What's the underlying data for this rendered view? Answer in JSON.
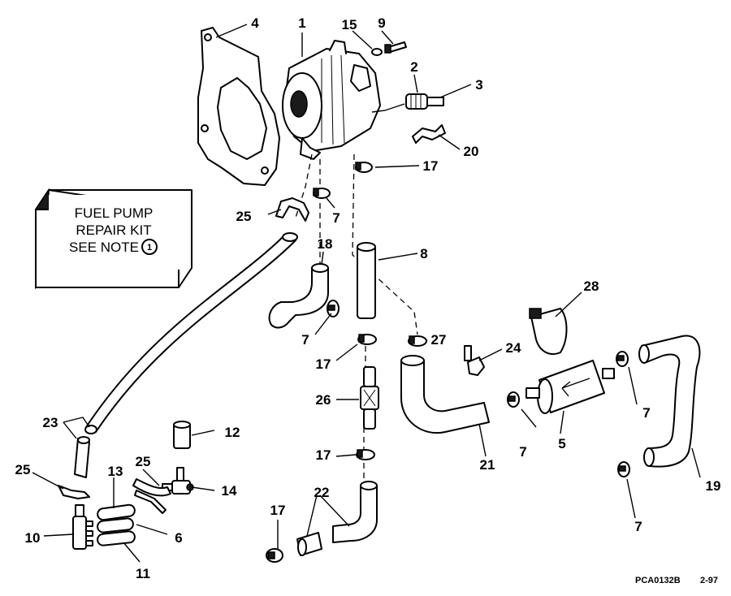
{
  "note_box": {
    "line1": "FUEL PUMP",
    "line2": "REPAIR KIT",
    "line3": "SEE NOTE",
    "note_number": "1"
  },
  "callouts": {
    "c1": "1",
    "c2": "2",
    "c3": "3",
    "c4": "4",
    "c5": "5",
    "c6": "6",
    "c7a": "7",
    "c7b": "7",
    "c7c": "7",
    "c7d": "7",
    "c7e": "7",
    "c8": "8",
    "c9": "9",
    "c10": "10",
    "c11": "11",
    "c12": "12",
    "c13": "13",
    "c14": "14",
    "c15": "15",
    "c17a": "17",
    "c17b": "17",
    "c17c": "17",
    "c17d": "17",
    "c18": "18",
    "c19": "19",
    "c20": "20",
    "c21": "21",
    "c22": "22",
    "c23": "23",
    "c24": "24",
    "c25a": "25",
    "c25b": "25",
    "c25c": "25",
    "c26": "26",
    "c27": "27",
    "c28": "28"
  },
  "footer": {
    "drawing_code": "PCA0132B",
    "date_code": "2-97"
  }
}
